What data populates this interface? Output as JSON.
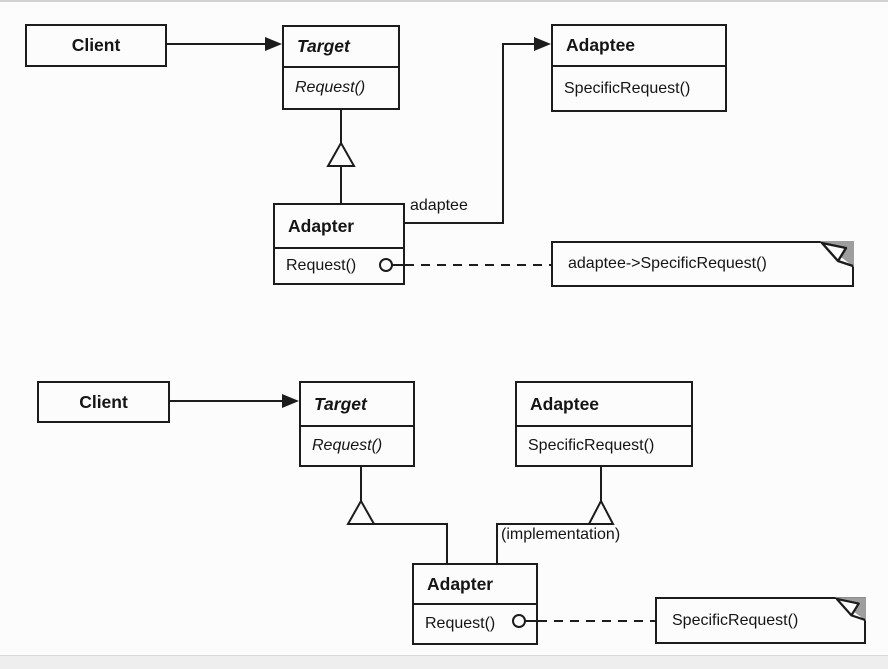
{
  "title": "Adapter design pattern structure diagrams",
  "colors": {
    "line": "#1c1c1c",
    "background": "#fcfcfc",
    "note_fold_gray": "#9e9e9e",
    "edge_line": "#d2d2d2",
    "bottom_band": "#eeeeee"
  },
  "diagrams": {
    "object_adapter": {
      "client": {
        "name": "Client"
      },
      "target": {
        "name": "Target",
        "methods": [
          "Request()"
        ]
      },
      "adaptee": {
        "name": "Adaptee",
        "methods": [
          "SpecificRequest()"
        ]
      },
      "adapter": {
        "name": "Adapter",
        "methods": [
          "Request()"
        ]
      },
      "association_label": "adaptee",
      "note_text": "adaptee->SpecificRequest()"
    },
    "class_adapter": {
      "client": {
        "name": "Client"
      },
      "target": {
        "name": "Target",
        "methods": [
          "Request()"
        ]
      },
      "adaptee": {
        "name": "Adaptee",
        "methods": [
          "SpecificRequest()"
        ]
      },
      "adapter": {
        "name": "Adapter",
        "methods": [
          "Request()"
        ]
      },
      "inheritance_label": "(implementation)",
      "note_text": "SpecificRequest()"
    }
  }
}
